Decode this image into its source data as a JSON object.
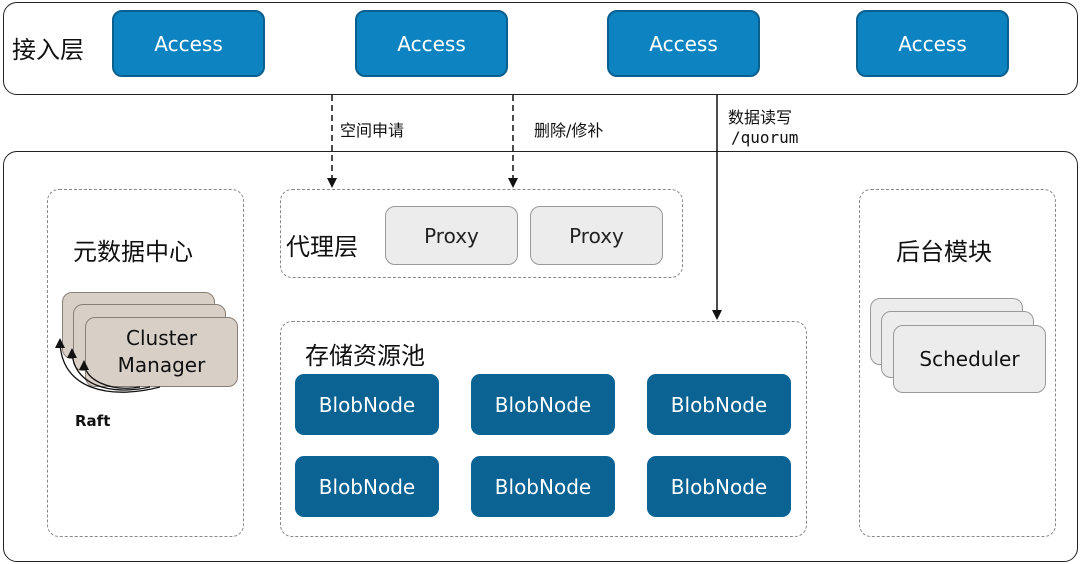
{
  "access_layer": {
    "title": "接入层",
    "nodes": [
      "Access",
      "Access",
      "Access",
      "Access"
    ]
  },
  "arrows": {
    "space_request": "空间申请",
    "delete_repair": "删除/修补",
    "data_rw": "数据读写",
    "quorum": "/quorum"
  },
  "metadata_center": {
    "title": "元数据中心",
    "cluster_manager_line1": "Cluster",
    "cluster_manager_line2": "Manager",
    "raft": "Raft"
  },
  "proxy_layer": {
    "title": "代理层",
    "nodes": [
      "Proxy",
      "Proxy"
    ]
  },
  "storage_pool": {
    "title": "存储资源池",
    "nodes": [
      "BlobNode",
      "BlobNode",
      "BlobNode",
      "BlobNode",
      "BlobNode",
      "BlobNode"
    ]
  },
  "background_module": {
    "title": "后台模块",
    "scheduler": "Scheduler"
  }
}
